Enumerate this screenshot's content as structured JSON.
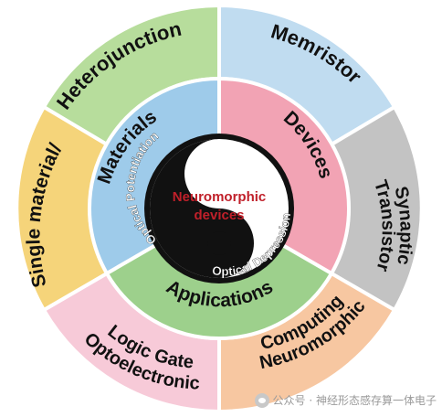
{
  "center": {
    "title_line1": "Neuromorphic",
    "title_line2": "devices"
  },
  "yin_yang": {
    "arc_top": "Optical Potentiation",
    "arc_bottom": "Optical Depression"
  },
  "inner_ring": {
    "materials": "Materials",
    "devices": "Devices",
    "applications": "Applications"
  },
  "outer_ring": {
    "heterojunction": "Heterojunction",
    "memristor": "Memristor",
    "synaptic_line1": "Synaptic",
    "synaptic_line2": "Transistor",
    "neuromorphic_line1": "Neuromorphic",
    "neuromorphic_line2": "Computing",
    "optoelectronic_line1": "Optoelectronic",
    "optoelectronic_line2": "Logic Gate",
    "single_material": "Single material/"
  },
  "watermark": {
    "text": "公众号 · 神经形态感存算一体电子"
  },
  "colors": {
    "materials": "#9ecbea",
    "devices": "#f2a3b4",
    "applications": "#9dd08c",
    "heterojunction": "#b7dd9c",
    "memristor": "#c0dcf0",
    "synaptic": "#c3c3c3",
    "neuromorphic": "#f7c7a1",
    "optoelectronic": "#f7cad8",
    "single_material": "#f5d47a",
    "center_text": "#c0202a",
    "arc_text": "#ffffff"
  }
}
